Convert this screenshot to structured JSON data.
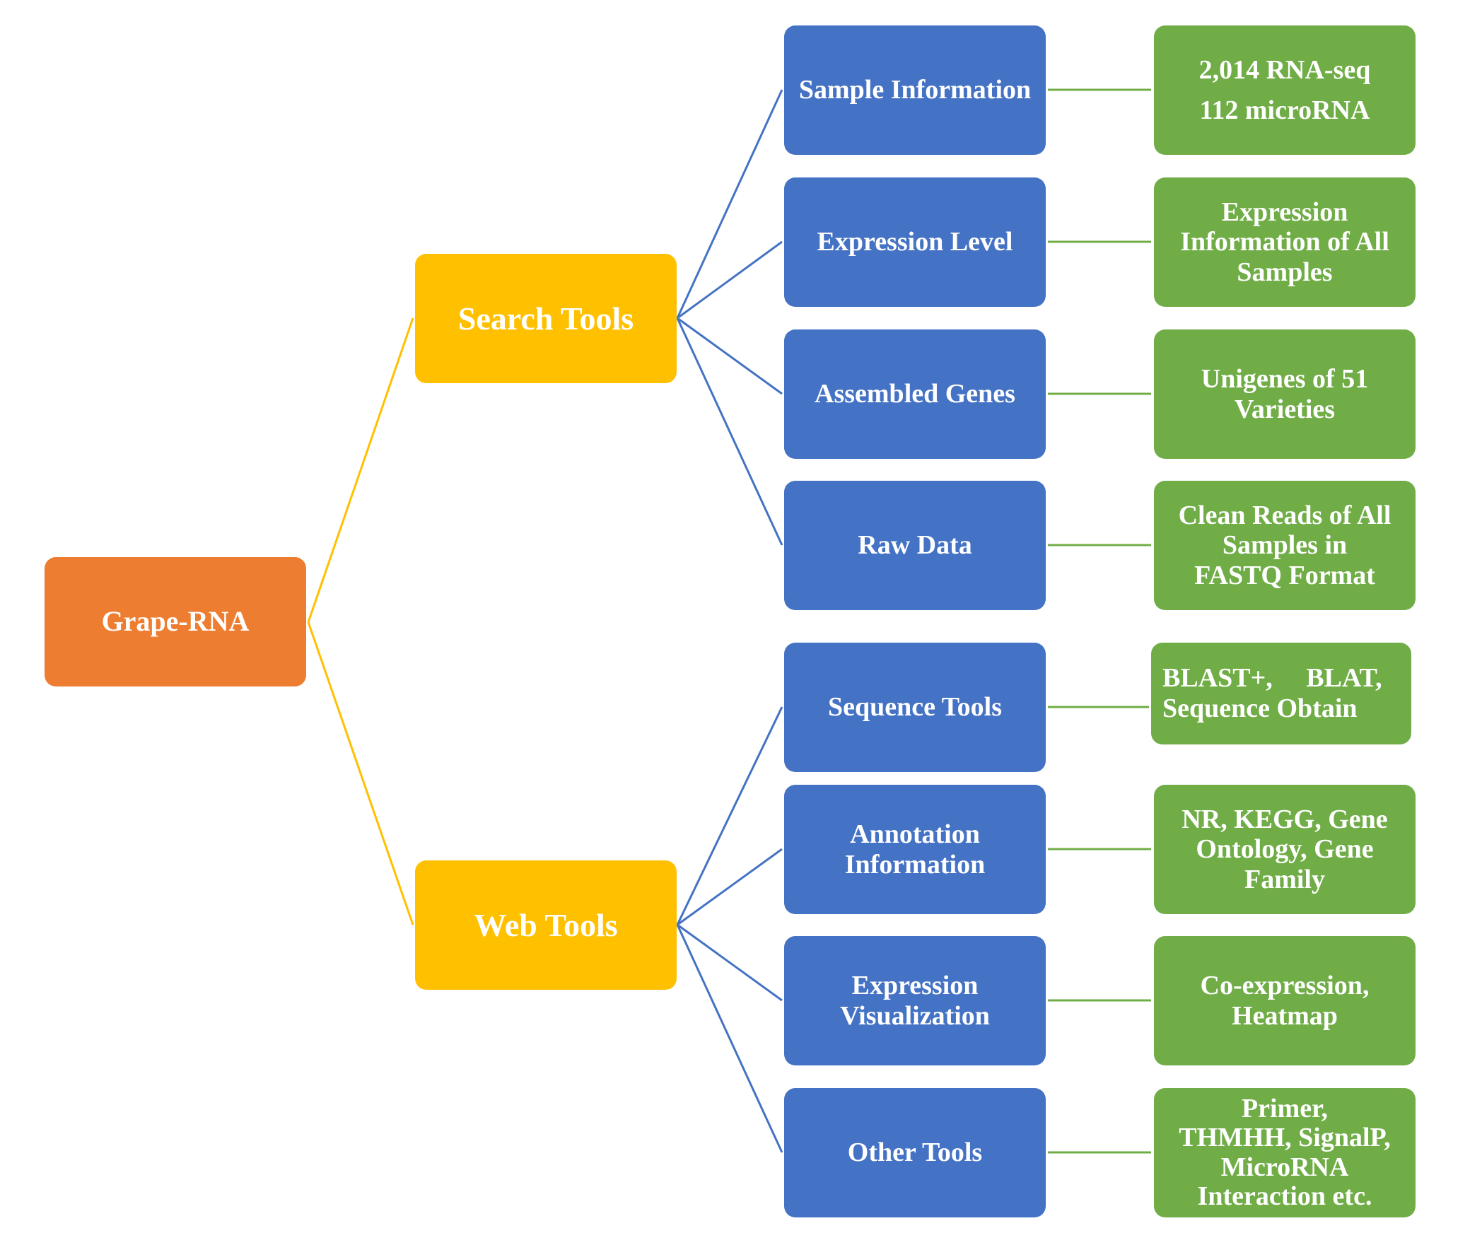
{
  "root": {
    "label": "Grape-RNA",
    "color": "#ED7D31"
  },
  "categories": [
    {
      "id": "search",
      "label": "Search Tools",
      "color": "#FFC000"
    },
    {
      "id": "web",
      "label": "Web Tools",
      "color": "#FFC000"
    }
  ],
  "colors": {
    "tool": "#4472C4",
    "description": "#70AD47"
  },
  "tools": [
    {
      "label": [
        "Sample Information"
      ],
      "description": [
        "2,014 RNA-seq",
        "112 microRNA"
      ]
    },
    {
      "label": [
        "Expression Level"
      ],
      "description": [
        "Expression",
        "Information of All",
        "Samples"
      ]
    },
    {
      "label": [
        "Assembled Genes"
      ],
      "description": [
        "Unigenes of 51",
        "Varieties"
      ]
    },
    {
      "label": [
        "Raw Data"
      ],
      "description": [
        "Clean Reads of All",
        "Samples in",
        "FASTQ Format"
      ]
    },
    {
      "label": [
        "Sequence Tools"
      ],
      "description": [
        "BLAST+,     BLAT,",
        "Sequence Obtain"
      ]
    },
    {
      "label": [
        "Annotation",
        "Information"
      ],
      "description": [
        "NR, KEGG, Gene",
        "Ontology, Gene",
        "Family"
      ]
    },
    {
      "label": [
        "Expression",
        "Visualization"
      ],
      "description": [
        "Co-expression,",
        "Heatmap"
      ]
    },
    {
      "label": [
        "Other Tools"
      ],
      "description": [
        "Primer,",
        "THMHH, SignalP,",
        "MicroRNA",
        "Interaction etc."
      ]
    }
  ]
}
